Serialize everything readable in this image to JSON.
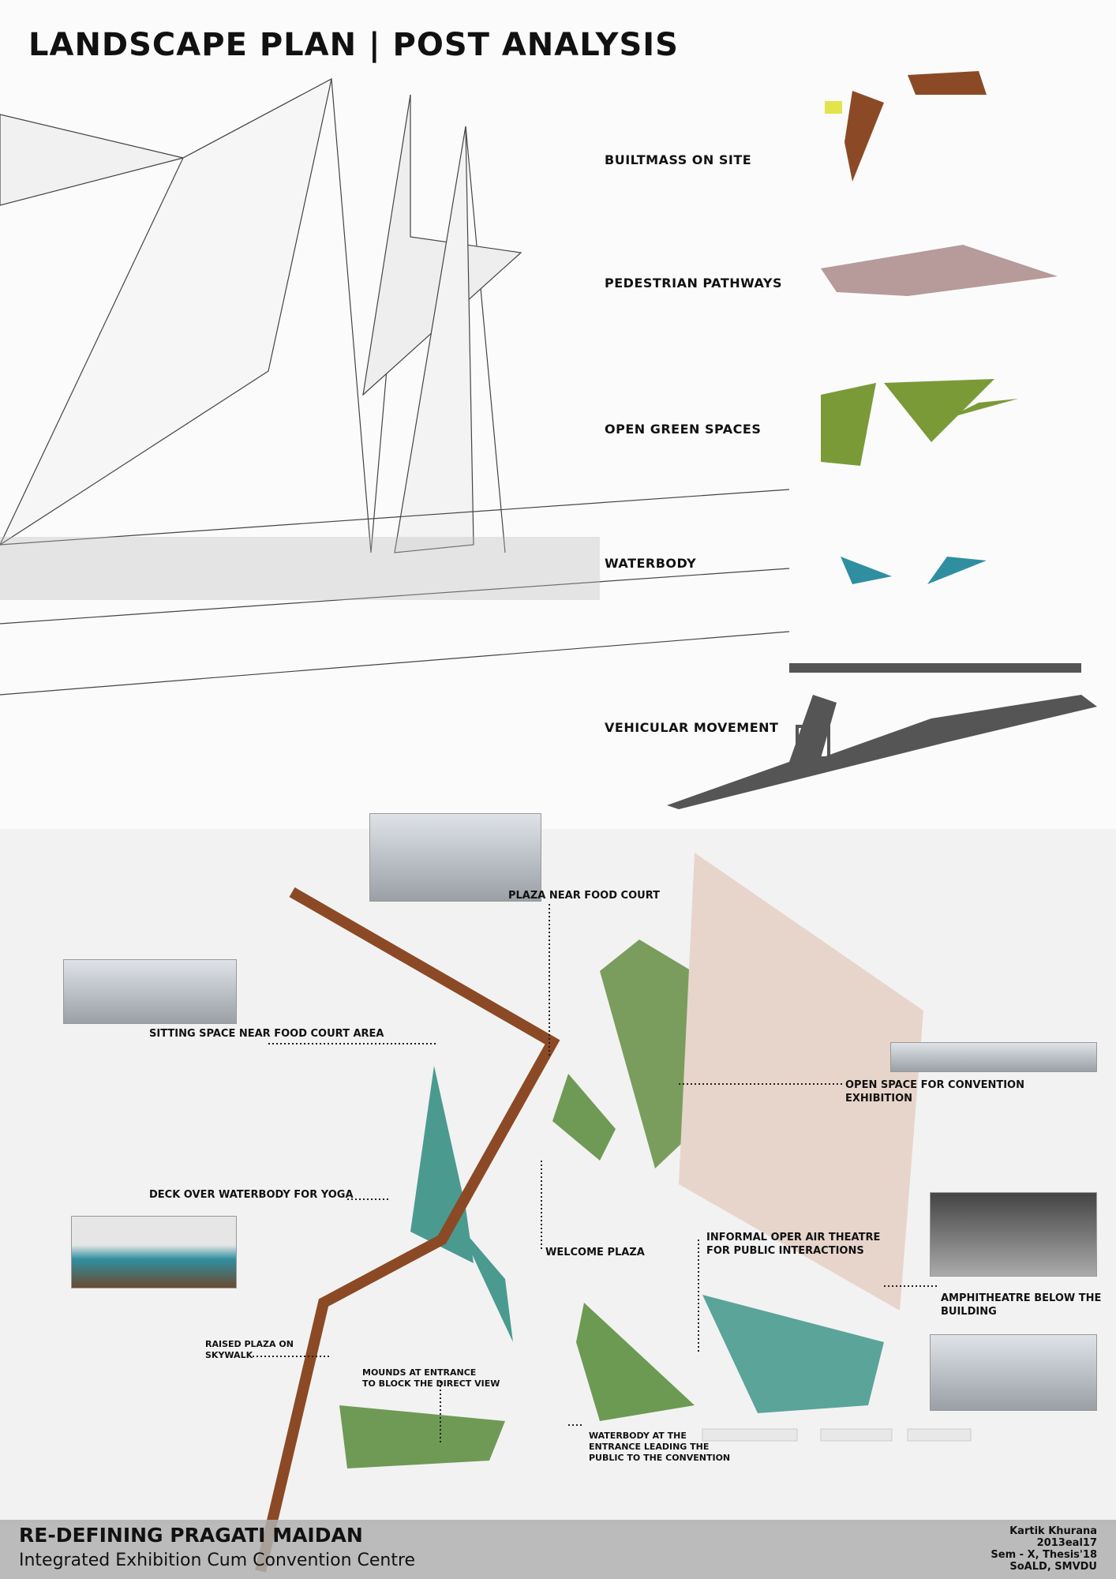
{
  "title": "LANDSCAPE PLAN | POST ANALYSIS",
  "analysis": {
    "items": [
      {
        "label": "BUILTMASS ON SITE",
        "color": "#8b4a25"
      },
      {
        "label": "PEDESTRIAN PATHWAYS",
        "color": "#b79a9a"
      },
      {
        "label": "OPEN GREEN SPACES",
        "color": "#7a9a38"
      },
      {
        "label": "WATERBODY",
        "color": "#2f8fa0"
      },
      {
        "label": "VEHICULAR MOVEMENT",
        "color": "#555555"
      }
    ]
  },
  "plan_labels": {
    "plaza_food_court": "PLAZA NEAR FOOD COURT",
    "sitting_space": "SITTING SPACE NEAR FOOD COURT AREA",
    "open_space_1": "OPEN SPACE FOR CONVENTION",
    "open_space_2": "EXHIBITION",
    "deck": "DECK OVER WATERBODY FOR YOGA",
    "welcome_plaza": "WELCOME PLAZA",
    "theatre_1": "INFORMAL OPER AIR THEATRE",
    "theatre_2": "FOR PUBLIC INTERACTIONS",
    "amphi_1": "AMPHITHEATRE BELOW THE",
    "amphi_2": "BUILDING",
    "raised_1": "RAISED PLAZA ON",
    "raised_2": "SKYWALK",
    "mounds_1": "MOUNDS AT ENTRANCE",
    "mounds_2": "TO BLOCK THE DIRECT VIEW",
    "water_1": "WATERBODY AT THE",
    "water_2": "ENTRANCE LEADING THE",
    "water_3": "PUBLIC TO THE CONVENTION"
  },
  "footer": {
    "project": "RE-DEFINING PRAGATI MAIDAN",
    "subtitle": "Integrated Exhibition Cum Convention Centre",
    "credits": [
      "Kartik Khurana",
      "2013eal17",
      "Sem - X, Thesis'18",
      "SoALD, SMVDU"
    ]
  }
}
